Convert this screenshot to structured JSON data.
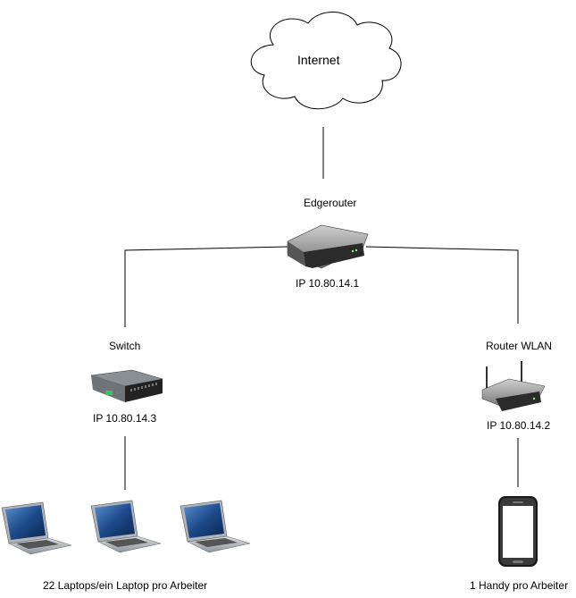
{
  "internet": {
    "label": "Internet"
  },
  "edgerouter": {
    "name": "Edgerouter",
    "ip": "IP 10.80.14.1"
  },
  "switch": {
    "name": "Switch",
    "ip": "IP 10.80.14.3"
  },
  "wlan_router": {
    "name": "Router WLAN",
    "ip": "IP 10.80.14.2"
  },
  "laptops": {
    "label": "22 Laptops/ein Laptop pro Arbeiter",
    "count_shown": 3
  },
  "phone": {
    "label": "1 Handy pro Arbeiter"
  },
  "colors": {
    "line": "#000000",
    "device_dark": "#2b2b2b",
    "device_light": "#9a9a9a",
    "screen_blue": "#1f4f8f"
  }
}
